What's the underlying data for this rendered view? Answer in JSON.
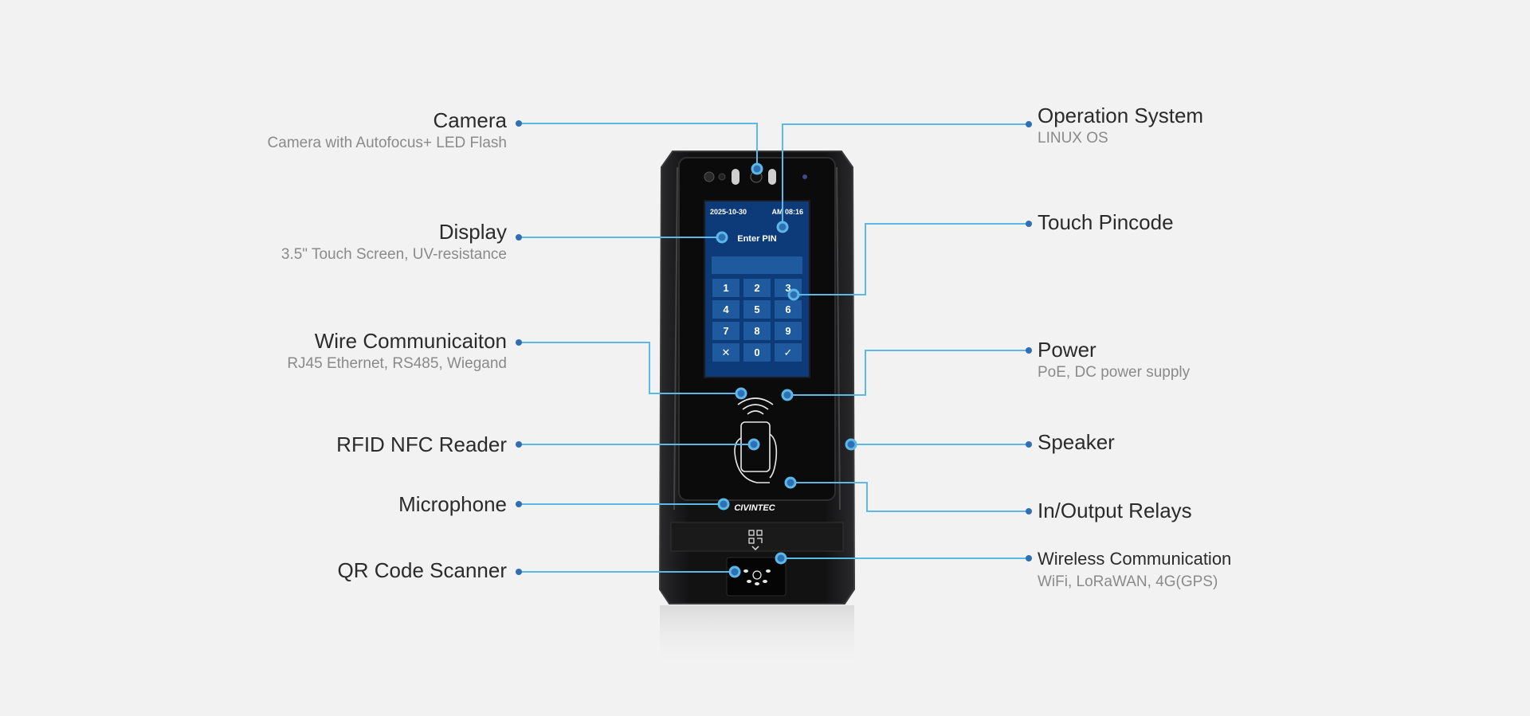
{
  "callouts": {
    "camera": {
      "title": "Camera",
      "subtitle": "Camera with Autofocus+ LED Flash"
    },
    "display": {
      "title": "Display",
      "subtitle": "3.5\" Touch Screen, UV-resistance"
    },
    "wire": {
      "title": "Wire Communicaiton",
      "subtitle": "RJ45 Ethernet, RS485, Wiegand"
    },
    "rfid": {
      "title": "RFID NFC Reader"
    },
    "microphone": {
      "title": "Microphone"
    },
    "qr": {
      "title": "QR Code Scanner"
    },
    "os": {
      "title": "Operation System",
      "subtitle": "LINUX OS"
    },
    "pincode": {
      "title": "Touch Pincode"
    },
    "power": {
      "title": "Power",
      "subtitle": "PoE, DC power supply"
    },
    "speaker": {
      "title": "Speaker"
    },
    "relays": {
      "title": "In/Output Relays"
    },
    "wireless": {
      "title": "Wireless Communication",
      "subtitle": "WiFi, LoRaWAN, 4G(GPS)"
    }
  },
  "screen": {
    "date": "2025-10-30",
    "time": "AM 08:16",
    "prompt": "Enter PIN",
    "keys": [
      "1",
      "2",
      "3",
      "4",
      "5",
      "6",
      "7",
      "8",
      "9",
      "✕",
      "0",
      "✓"
    ]
  },
  "brand": "CIVINTEC",
  "colors": {
    "line": "#5cb8e6",
    "dot": "#2f6fb3",
    "device": "#1b1b1d",
    "screen_bg": "#0d3a78",
    "key_bg": "#1f5a9e"
  }
}
